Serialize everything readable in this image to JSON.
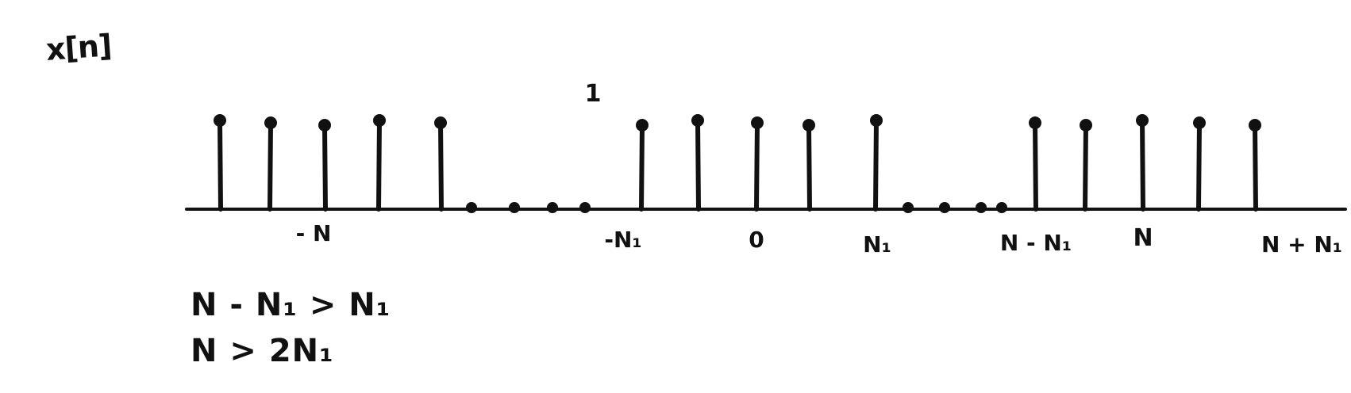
{
  "signal_label": "x[n]",
  "tick_labels": {
    "neg_N": "- N",
    "neg_N1": "-N₁",
    "zero": "0",
    "N1": "N₁",
    "N_minus_N1": "N - N₁",
    "N": "N",
    "N_plus_N1": "N + N₁"
  },
  "peak_value_label": "1",
  "conditions": [
    "N - N₁ > N₁",
    "N > 2N₁"
  ],
  "stems": [
    {
      "group": "left",
      "value": 1
    },
    {
      "group": "left",
      "value": 1
    },
    {
      "group": "left",
      "value": 1
    },
    {
      "group": "left",
      "value": 1
    },
    {
      "group": "left",
      "value": 1
    },
    {
      "group": "center",
      "value": 1
    },
    {
      "group": "center",
      "value": 1
    },
    {
      "group": "center",
      "value": 1
    },
    {
      "group": "center",
      "value": 1
    },
    {
      "group": "center",
      "value": 1
    },
    {
      "group": "right",
      "value": 1
    },
    {
      "group": "right",
      "value": 1
    },
    {
      "group": "right",
      "value": 1
    },
    {
      "group": "right",
      "value": 1
    },
    {
      "group": "right",
      "value": 1
    }
  ],
  "zero_samples": [
    0,
    0,
    0,
    0,
    0,
    0,
    0,
    0
  ]
}
